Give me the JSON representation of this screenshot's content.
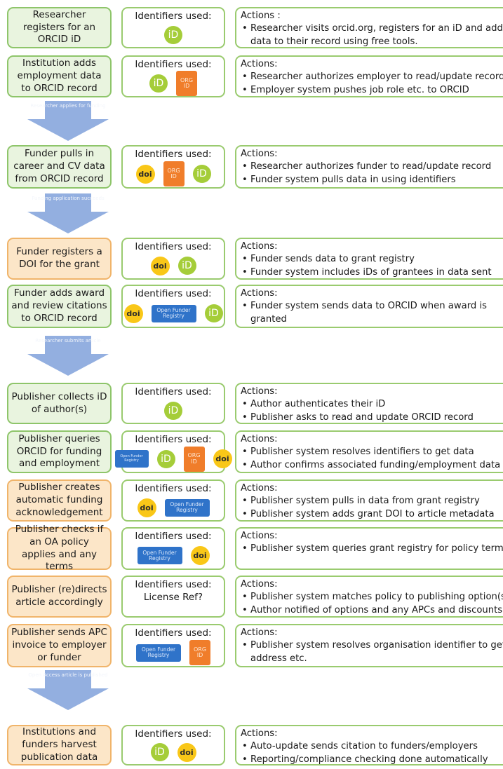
{
  "rows": [
    {
      "step": "Researcher registers for an ORCID iD",
      "color": "green",
      "ids_title": "Identifiers used:",
      "actions_title": "Actions :",
      "actions": [
        "Researcher visits orcid.org, registers for an iD and adds data to their record using free tools."
      ]
    },
    {
      "step": "Institution adds employment data to ORCID record",
      "color": "green",
      "ids_title": "Identifiers used:",
      "actions_title": "Actions:",
      "actions": [
        "Researcher authorizes employer to read/update record",
        "Employer system pushes job role etc. to ORCID"
      ]
    },
    {
      "step": "Funder pulls in career and CV data from ORCID record",
      "color": "green",
      "ids_title": "Identifiers used:",
      "actions_title": "Actions:",
      "actions": [
        "Researcher authorizes funder to read/update record",
        "Funder system pulls data in using identifiers"
      ]
    },
    {
      "step": "Funder registers a DOI for the grant",
      "color": "orange",
      "ids_title": "Identifiers used:",
      "actions_title": "Actions:",
      "actions": [
        "Funder sends data to grant registry",
        "Funder system includes iDs of grantees in data sent"
      ]
    },
    {
      "step": "Funder adds award and review citations to ORCID record",
      "color": "green",
      "ids_title": "Identifiers used:",
      "actions_title": "Actions:",
      "actions": [
        "Funder system sends data to ORCID when award is granted"
      ]
    },
    {
      "step": "Publisher collects iD of author(s)",
      "color": "green",
      "ids_title": "Identifiers used:",
      "actions_title": "Actions:",
      "actions": [
        "Author authenticates their iD",
        "Publisher asks to read and update ORCID record"
      ]
    },
    {
      "step": "Publisher queries ORCID for funding and employment",
      "color": "green",
      "ids_title": "Identifiers used:",
      "actions_title": "Actions:",
      "actions": [
        "Publisher system resolves identifiers to get data",
        "Author confirms associated funding/employment data"
      ]
    },
    {
      "step": "Publisher creates automatic funding acknowledgement",
      "color": "orange",
      "ids_title": "Identifiers used:",
      "actions_title": "Actions:",
      "actions": [
        "Publisher system pulls in data from grant registry",
        "Publisher system adds grant DOI to article metadata"
      ]
    },
    {
      "step": "Publisher checks if an OA policy applies and any terms",
      "color": "orange",
      "ids_title": "Identifiers used:",
      "actions_title": "Actions:",
      "actions": [
        "Publisher system queries grant registry for policy terms"
      ]
    },
    {
      "step": "Publisher (re)directs article accordingly",
      "color": "orange",
      "ids_title": "Identifiers used:",
      "ids_extra": "License Ref?",
      "actions_title": "Actions:",
      "actions": [
        "Publisher system matches policy to publishing option(s)",
        "Author notified of options and any APCs and discounts"
      ]
    },
    {
      "step": "Publisher sends APC invoice to employer or funder",
      "color": "orange",
      "ids_title": "Identifiers used:",
      "actions_title": "Actions:",
      "actions": [
        "Publisher system resolves organisation identifier to get address etc."
      ]
    },
    {
      "step": "Institutions and funders harvest publication data",
      "color": "orange",
      "ids_title": "Identifiers used:",
      "actions_title": "Actions:",
      "actions": [
        "Auto-update sends citation to funders/employers",
        "Reporting/compliance checking done automatically"
      ]
    }
  ],
  "arrows": [
    "Researcher applies for funding",
    "Funding application succeeds",
    "Researcher submits article",
    "Open Access article is published"
  ],
  "icons": {
    "orcid": "iD",
    "org": [
      "ORG",
      "ID"
    ],
    "doi": "doi",
    "registry": [
      "Open Funder",
      "Registry"
    ]
  },
  "colors": {
    "green_fill": "#e9f4df",
    "green_border": "#8ec56a",
    "orange_fill": "#fce6c8",
    "orange_border": "#f0b46a",
    "orcid": "#a5cd39",
    "org": "#f07d2a",
    "doi": "#f9c718",
    "registry": "#2f73c9",
    "arrow": "#93afe0"
  }
}
